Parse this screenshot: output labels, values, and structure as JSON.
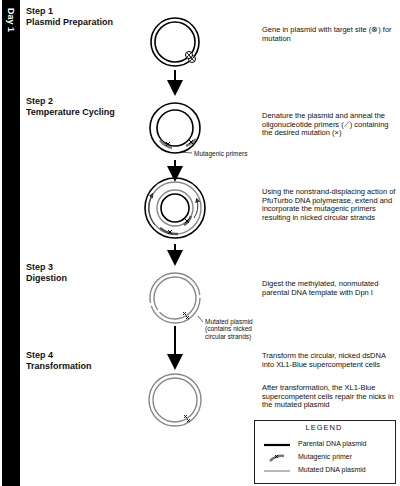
{
  "diagram": {
    "nodes": [
      {
        "text": [
          "Day 1"
        ]
      }
    ],
    "labels": [
      "Step 1",
      "Plasmid Preparation",
      "Gene in plasmid with target site (⊗) for mutation",
      "Step 2",
      "Temperature Cycling",
      "Denature the plasmid and anneal the oligonucleotide primers (⟋) containing the desired mutation (×)",
      "Mutagenic primers",
      "Using the nonstrand-displacing action of PfuTurbo DNA polymerase, extend and incorporate the mutagenic primers resulting in nicked circular strands",
      "Step 3",
      "Digestion",
      "Mutated plasmid (contains nicked circular strands)",
      "Digest the methylated, nonmutated parental DNA template with Dpn I",
      "Step 4",
      "Transformation",
      "Transform the circular, nicked dsDNA into XL1-Blue supercompetent cells",
      "After transformation, the XL1-Blue supercompetent cells repair the nicks in the mutated plasmid",
      "LEGEND"
    ],
    "legend": [
      {
        "text": "Parental DNA plasmid"
      },
      {
        "text": "Mutagenic primer"
      },
      {
        "text": "Mutated DNA plasmid"
      }
    ]
  }
}
